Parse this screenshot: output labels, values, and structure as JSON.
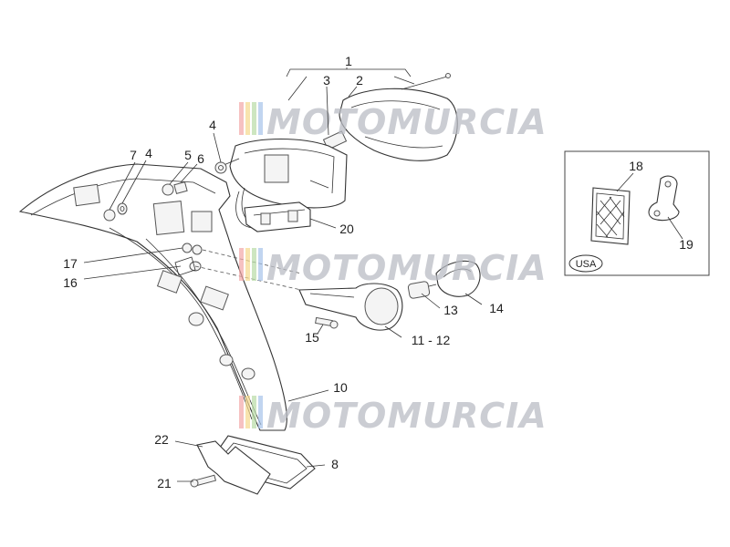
{
  "watermark": {
    "text": "MOTOMURCIA",
    "colors": [
      "#f2a7a7",
      "#f5d98c",
      "#b8dca5",
      "#a7c3ea"
    ]
  },
  "labels": {
    "l1": "1",
    "l2": "2",
    "l3": "3",
    "l4a": "4",
    "l4b": "4",
    "l5": "5",
    "l6": "6",
    "l7": "7",
    "l8": "8",
    "l10": "10",
    "l1112": "11 - 12",
    "l13": "13",
    "l14": "14",
    "l15": "15",
    "l16": "16",
    "l17": "17",
    "l18": "18",
    "l19": "19",
    "l20": "20",
    "l21": "21",
    "l22": "22"
  },
  "inset": {
    "badge": "USA"
  }
}
